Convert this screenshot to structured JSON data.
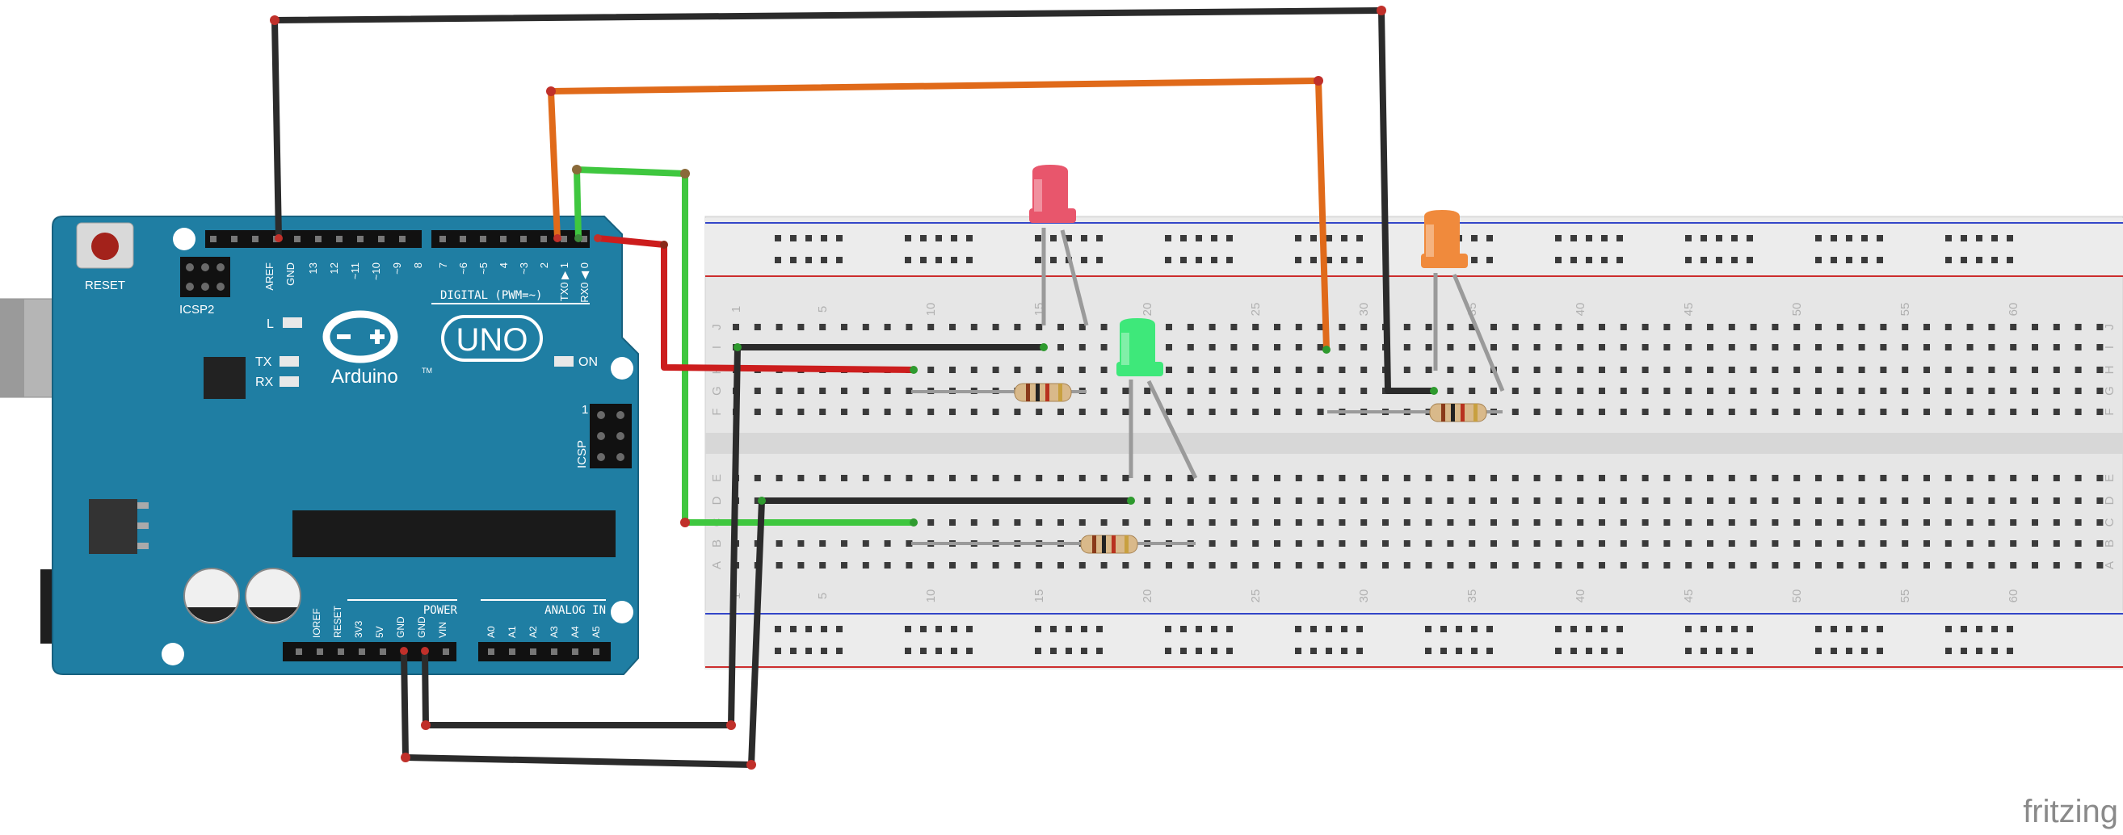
{
  "board": {
    "reset_label": "RESET",
    "icsp2_label": "ICSP2",
    "icsp_label": "ICSP",
    "icsp_pin1": "1",
    "aref_label": "AREF",
    "gnd_label": "GND",
    "pin_labels_top_left": [
      "13",
      "12",
      "~11",
      "~10",
      "~9",
      "8"
    ],
    "pin_labels_top_right": [
      "7",
      "~6",
      "~5",
      "4",
      "~3",
      "2",
      "TX0 ▶ 1",
      "RX0 ◀ 0"
    ],
    "digital_label": "DIGITAL (PWM=~)",
    "l_led_label": "L",
    "tx_label": "TX",
    "rx_label": "RX",
    "on_label": "ON",
    "brand_name": "Arduino",
    "brand_tm": "TM",
    "model_label": "UNO",
    "power_label": "POWER",
    "power_pins": [
      "IOREF",
      "RESET",
      "3V3",
      "5V",
      "GND",
      "GND",
      "VIN"
    ],
    "analog_label": "ANALOG IN",
    "analog_pins": [
      "A0",
      "A1",
      "A2",
      "A3",
      "A4",
      "A5"
    ]
  },
  "breadboard": {
    "column_numbers": [
      "1",
      "5",
      "10",
      "15",
      "20",
      "25",
      "30",
      "35",
      "40",
      "45",
      "50",
      "55",
      "60"
    ],
    "row_letters_top": [
      "J",
      "I",
      "H",
      "G",
      "F"
    ],
    "row_letters_bottom": [
      "E",
      "D",
      "C",
      "B",
      "A"
    ]
  },
  "components": {
    "led_colors": {
      "red": "#e8566c",
      "green": "#3ee87a",
      "orange": "#f08a3c"
    },
    "wire_colors": {
      "black": "#2b2b2b",
      "orange": "#e06a1a",
      "green": "#3fc73f",
      "red": "#cc1d1d"
    },
    "pcb_color": "#1f7ea3"
  },
  "watermark": "fritzing"
}
